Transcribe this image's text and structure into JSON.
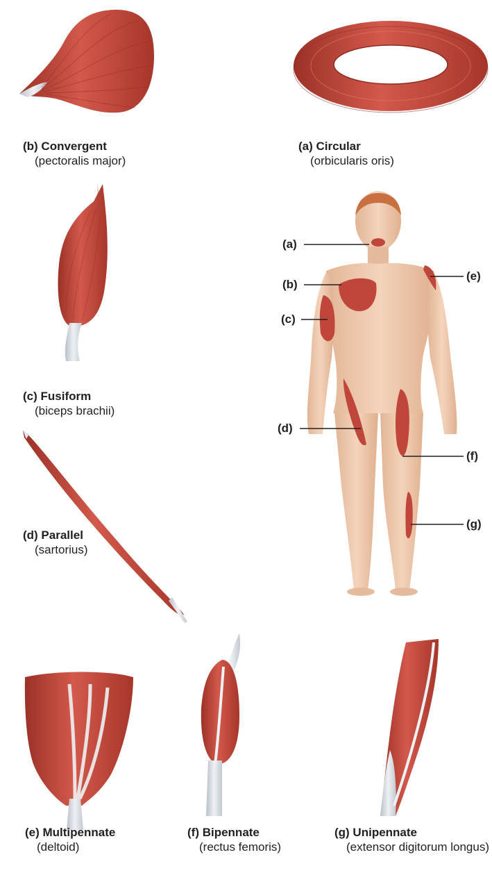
{
  "colors": {
    "muscle": "#c0463b",
    "muscle_dark": "#8e2a22",
    "muscle_light": "#e07b6b",
    "tendon": "#dfe3e8",
    "skin": "#f1cbb0",
    "skin_shade": "#dcaa88",
    "hair": "#c8703f",
    "line": "#231f20"
  },
  "muscle_types": [
    {
      "id": "b",
      "name": "(b) Convergent",
      "example": "(pectoralis major)",
      "icon": "convergent-muscle-illustration"
    },
    {
      "id": "a",
      "name": "(a) Circular",
      "example": "(orbicularis oris)",
      "icon": "circular-muscle-illustration"
    },
    {
      "id": "c",
      "name": "(c) Fusiform",
      "example": "(biceps brachii)",
      "icon": "fusiform-muscle-illustration"
    },
    {
      "id": "d",
      "name": "(d) Parallel",
      "example": "(sartorius)",
      "icon": "parallel-muscle-illustration"
    },
    {
      "id": "e",
      "name": "(e) Multipennate",
      "example": "(deltoid)",
      "icon": "multipennate-muscle-illustration"
    },
    {
      "id": "f",
      "name": "(f) Bipennate",
      "example": "(rectus femoris)",
      "icon": "bipennate-muscle-illustration"
    },
    {
      "id": "g",
      "name": "(g) Unipennate",
      "example": "(extensor digitorum longus)",
      "icon": "unipennate-muscle-illustration"
    }
  ],
  "body_callouts": {
    "a": "(a)",
    "b": "(b)",
    "c": "(c)",
    "d": "(d)",
    "e": "(e)",
    "f": "(f)",
    "g": "(g)"
  }
}
